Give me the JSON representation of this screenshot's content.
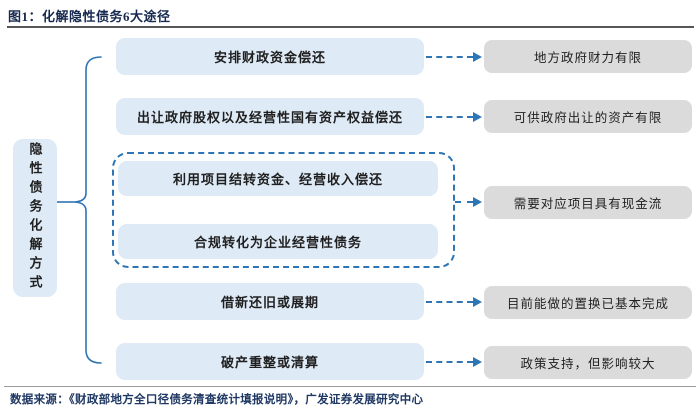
{
  "figure": {
    "title": "图1：化解隐性债务6大途径",
    "source": "数据来源：《财政部地方全口径债务清查统计填报说明》，广发证券发展研究中心"
  },
  "diagram": {
    "category_label": "隐性债务化解方式",
    "methods": [
      {
        "text": "安排财政资金偿还"
      },
      {
        "text": "出让政府股权以及经营性国有资产权益偿还"
      },
      {
        "text": "利用项目结转资金、经营收入偿还"
      },
      {
        "text": "合规转化为企业经营性债务"
      },
      {
        "text": "借新还旧或展期"
      },
      {
        "text": "破产重整或清算"
      }
    ],
    "notes": [
      {
        "text": "地方政府财力有限"
      },
      {
        "text": "可供政府出让的资产有限"
      },
      {
        "text": "需要对应项目具有现金流"
      },
      {
        "text": "目前能做的置换已基本完成"
      },
      {
        "text": "政策支持，但影响较大"
      }
    ],
    "colors": {
      "accent_blue": "#2E75B6",
      "method_fill": "#DEEAF6",
      "note_fill": "#DBDBDB",
      "title_navy": "#1F3864"
    }
  }
}
